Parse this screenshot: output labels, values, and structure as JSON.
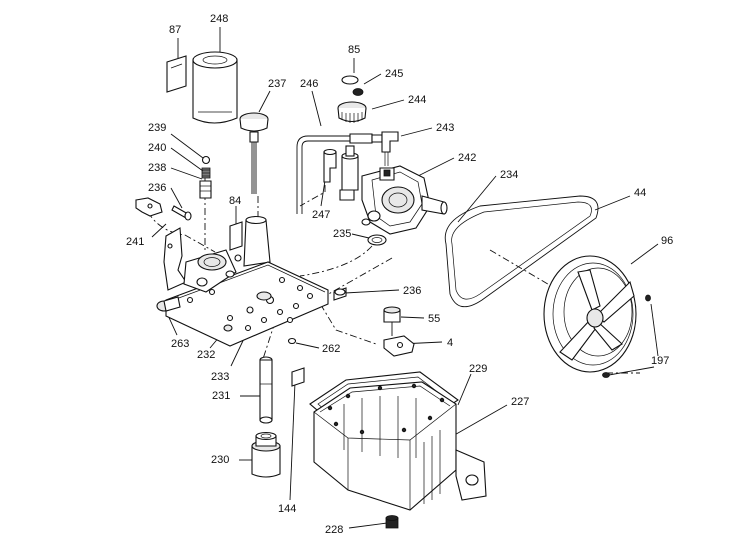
{
  "callouts": [
    {
      "id": "87",
      "text": "87"
    },
    {
      "id": "248",
      "text": "248"
    },
    {
      "id": "85",
      "text": "85"
    },
    {
      "id": "245",
      "text": "245"
    },
    {
      "id": "244",
      "text": "244"
    },
    {
      "id": "237",
      "text": "237"
    },
    {
      "id": "246",
      "text": "246"
    },
    {
      "id": "243",
      "text": "243"
    },
    {
      "id": "239",
      "text": "239"
    },
    {
      "id": "240",
      "text": "240"
    },
    {
      "id": "238",
      "text": "238"
    },
    {
      "id": "242",
      "text": "242"
    },
    {
      "id": "236a",
      "text": "236"
    },
    {
      "id": "234",
      "text": "234"
    },
    {
      "id": "84",
      "text": "84"
    },
    {
      "id": "247",
      "text": "247"
    },
    {
      "id": "44",
      "text": "44"
    },
    {
      "id": "241",
      "text": "241"
    },
    {
      "id": "235",
      "text": "235"
    },
    {
      "id": "96",
      "text": "96"
    },
    {
      "id": "236b",
      "text": "236"
    },
    {
      "id": "55",
      "text": "55"
    },
    {
      "id": "263",
      "text": "263"
    },
    {
      "id": "4",
      "text": "4"
    },
    {
      "id": "232",
      "text": "232"
    },
    {
      "id": "262",
      "text": "262"
    },
    {
      "id": "197",
      "text": "197"
    },
    {
      "id": "233",
      "text": "233"
    },
    {
      "id": "229",
      "text": "229"
    },
    {
      "id": "231",
      "text": "231"
    },
    {
      "id": "227",
      "text": "227"
    },
    {
      "id": "230",
      "text": "230"
    },
    {
      "id": "144",
      "text": "144"
    },
    {
      "id": "228",
      "text": "228"
    }
  ]
}
